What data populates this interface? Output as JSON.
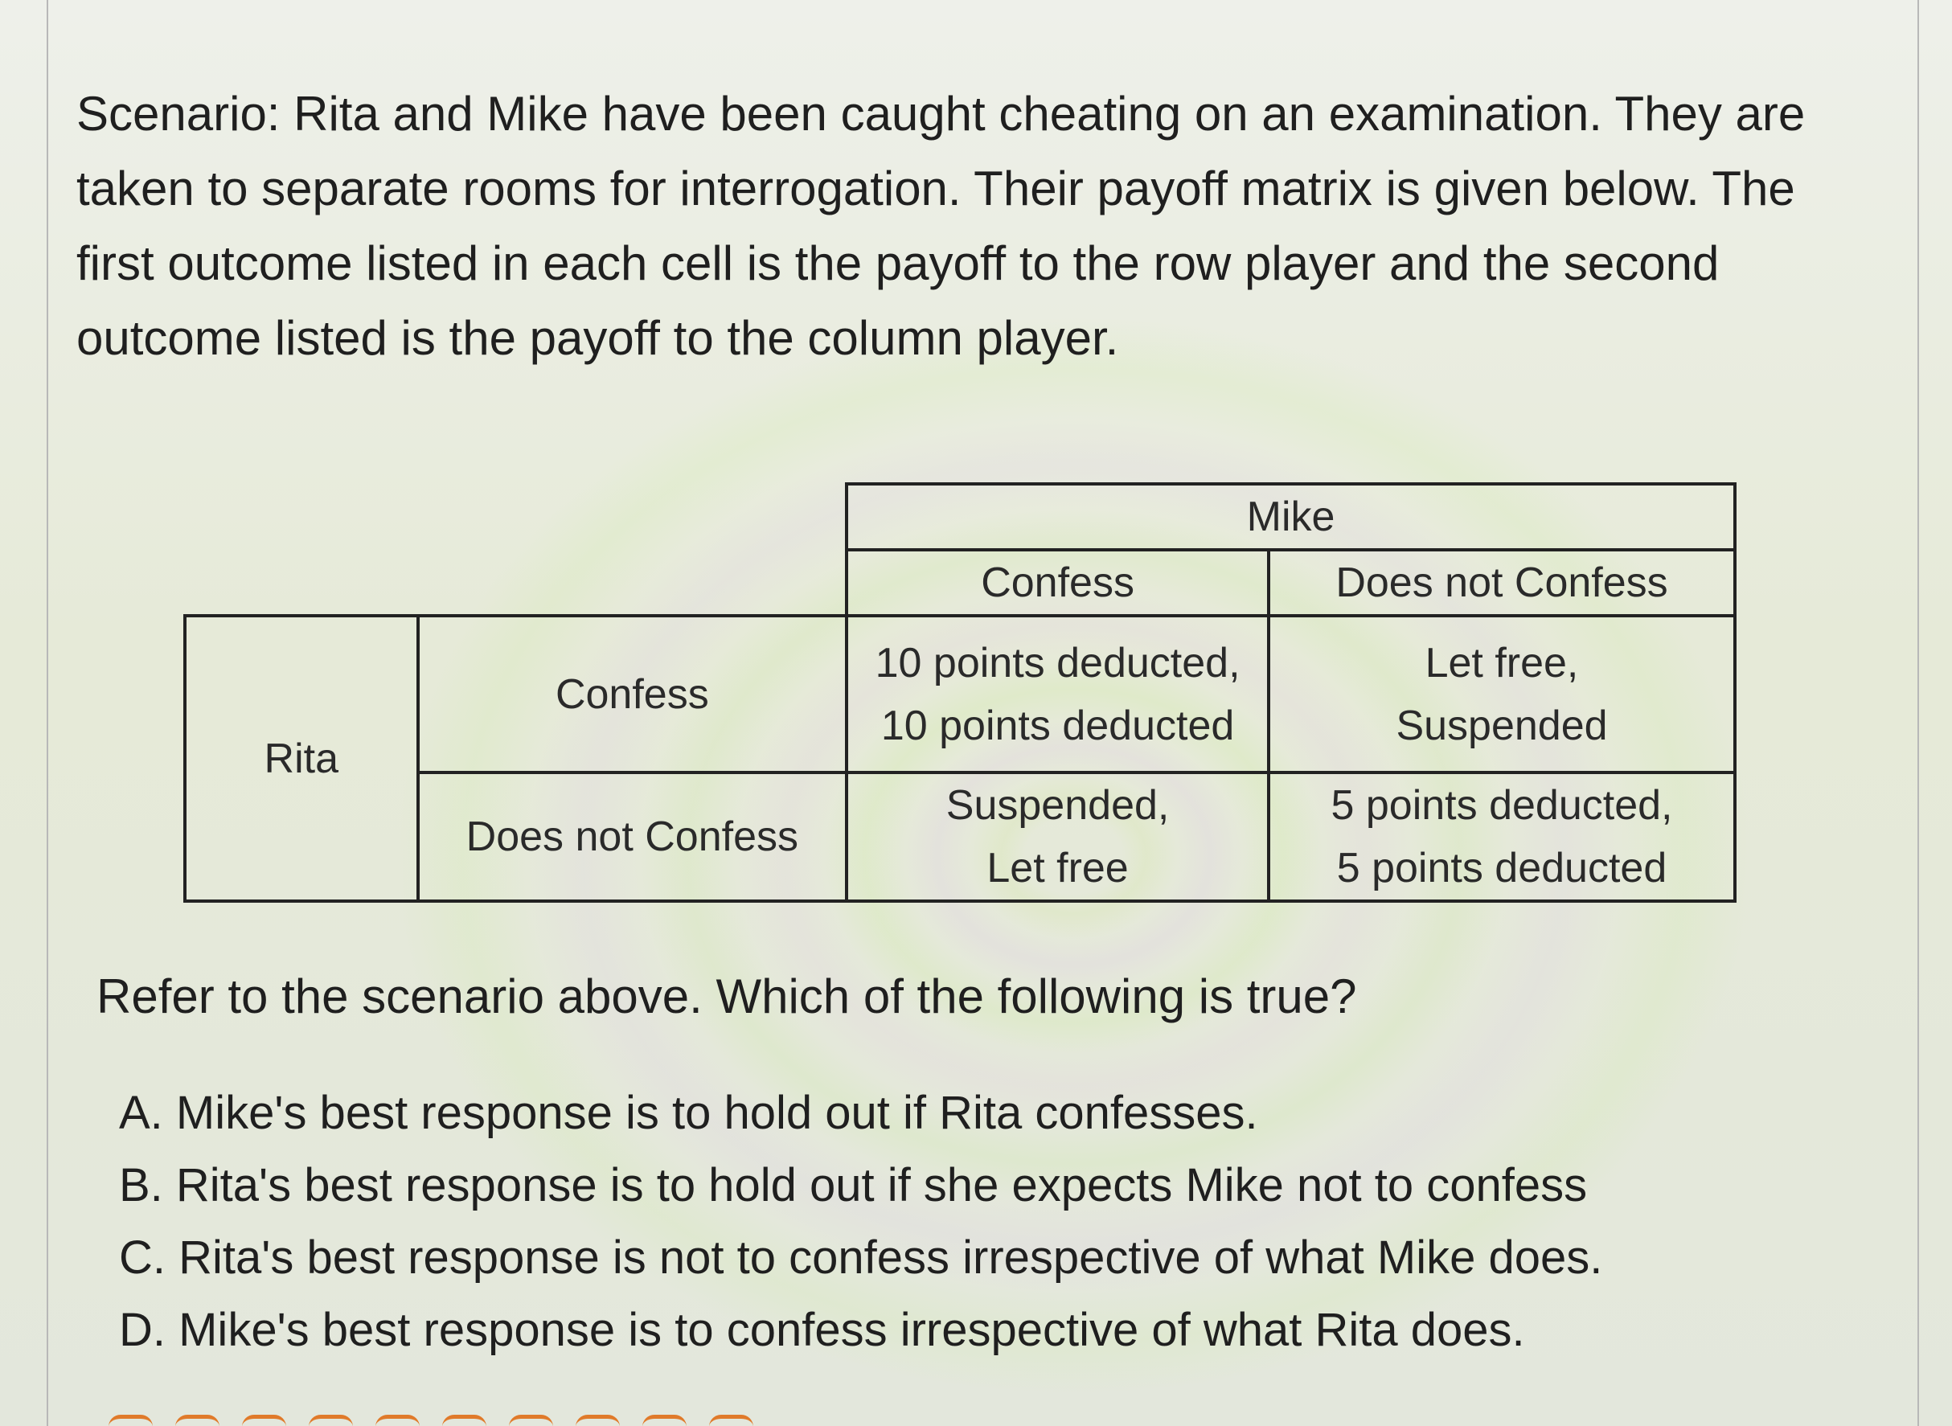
{
  "scenario_text": "Scenario: Rita and Mike have been caught cheating on an examination. They are taken to separate rooms for interrogation. Their payoff matrix is given below. The first outcome listed in each cell is the payoff to the row player and the second outcome listed is the payoff to the column player.",
  "matrix": {
    "column_player": "Mike",
    "row_player": "Rita",
    "column_strategies": [
      "Confess",
      "Does not Confess"
    ],
    "row_strategies": [
      "Confess",
      "Does not Confess"
    ],
    "cells": [
      [
        {
          "line1": "10 points deducted,",
          "line2": "10 points deducted"
        },
        {
          "line1": "Let free,",
          "line2": "Suspended"
        }
      ],
      [
        {
          "line1": "Suspended,",
          "line2": "Let free"
        },
        {
          "line1": "5 points deducted,",
          "line2": "5 points deducted"
        }
      ]
    ]
  },
  "question": "Refer to the scenario above. Which of the following is true?",
  "options": [
    "A. Mike's best response is to hold out if Rita confesses.",
    "B. Rita's best response is to hold out if she expects Mike not to confess",
    "C. Rita's best response is not to confess irrespective of what Mike does.",
    "D. Mike's best response is to confess irrespective of what Rita does."
  ],
  "accent_color": "#e07a2a"
}
